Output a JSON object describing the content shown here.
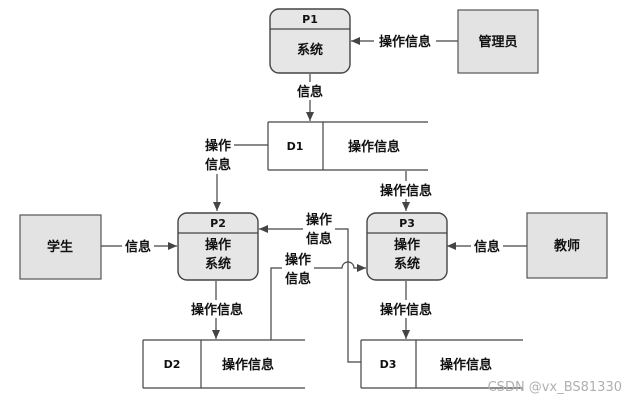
{
  "processes": {
    "p1": {
      "id": "P1",
      "name": "系统"
    },
    "p2": {
      "id": "P2",
      "name_line1": "操作",
      "name_line2": "系统"
    },
    "p3": {
      "id": "P3",
      "name_line1": "操作",
      "name_line2": "系统"
    }
  },
  "entities": {
    "admin": "管理员",
    "student": "学生",
    "teacher": "教师"
  },
  "stores": {
    "d1": {
      "id": "D1",
      "label": "操作信息"
    },
    "d2": {
      "id": "D2",
      "label": "操作信息"
    },
    "d3": {
      "id": "D3",
      "label": "操作信息"
    }
  },
  "flows": {
    "admin_to_p1": "操作信息",
    "p1_to_d1": "信息",
    "d1_to_p2_line1": "操作",
    "d1_to_p2_line2": "信息",
    "d1_to_p3": "操作信息",
    "student_to_p2": "信息",
    "teacher_to_p3": "信息",
    "d3_to_p2_line1": "操作",
    "d3_to_p2_line2": "信息",
    "d2_to_p3_line1": "操作",
    "d2_to_p3_line2": "信息",
    "p2_to_d2": "操作信息",
    "p3_to_d3": "操作信息"
  },
  "watermark": "CSDN @vx_BS81330"
}
